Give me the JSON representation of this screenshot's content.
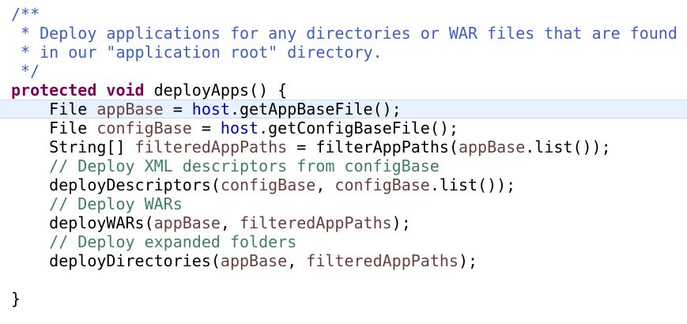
{
  "editor": {
    "lines": [
      {
        "kind": "doc",
        "text": "/**"
      },
      {
        "kind": "doc",
        "text": " * Deploy applications for any directories or WAR files that are found"
      },
      {
        "kind": "doc",
        "text": " * in our \"application root\" directory."
      },
      {
        "kind": "doc",
        "text": " */"
      },
      {
        "kind": "code",
        "tokens": [
          {
            "t": "keyword",
            "v": "protected"
          },
          {
            "t": "plain",
            "v": " "
          },
          {
            "t": "keyword",
            "v": "void"
          },
          {
            "t": "plain",
            "v": " deployApps() {"
          }
        ]
      },
      {
        "kind": "code",
        "current": true,
        "tokens": [
          {
            "t": "plain",
            "v": "    File "
          },
          {
            "t": "var",
            "v": "appBase"
          },
          {
            "t": "plain",
            "v": " = "
          },
          {
            "t": "field",
            "v": "host"
          },
          {
            "t": "plain",
            "v": ".getAppBaseFile();"
          }
        ]
      },
      {
        "kind": "code",
        "tokens": [
          {
            "t": "plain",
            "v": "    File "
          },
          {
            "t": "var",
            "v": "configBase"
          },
          {
            "t": "plain",
            "v": " = "
          },
          {
            "t": "field",
            "v": "host"
          },
          {
            "t": "plain",
            "v": ".getConfigBaseFile();"
          }
        ]
      },
      {
        "kind": "code",
        "tokens": [
          {
            "t": "plain",
            "v": "    String[] "
          },
          {
            "t": "var",
            "v": "filteredAppPaths"
          },
          {
            "t": "plain",
            "v": " = filterAppPaths("
          },
          {
            "t": "var",
            "v": "appBase"
          },
          {
            "t": "plain",
            "v": ".list());"
          }
        ]
      },
      {
        "kind": "comment",
        "text": "    // Deploy XML descriptors from configBase"
      },
      {
        "kind": "code",
        "tokens": [
          {
            "t": "plain",
            "v": "    deployDescriptors("
          },
          {
            "t": "var",
            "v": "configBase"
          },
          {
            "t": "plain",
            "v": ", "
          },
          {
            "t": "var",
            "v": "configBase"
          },
          {
            "t": "plain",
            "v": ".list());"
          }
        ]
      },
      {
        "kind": "comment",
        "text": "    // Deploy WARs"
      },
      {
        "kind": "code",
        "tokens": [
          {
            "t": "plain",
            "v": "    deployWARs("
          },
          {
            "t": "var",
            "v": "appBase"
          },
          {
            "t": "plain",
            "v": ", "
          },
          {
            "t": "var",
            "v": "filteredAppPaths"
          },
          {
            "t": "plain",
            "v": ");"
          }
        ]
      },
      {
        "kind": "comment",
        "text": "    // Deploy expanded folders"
      },
      {
        "kind": "code",
        "tokens": [
          {
            "t": "plain",
            "v": "    deployDirectories("
          },
          {
            "t": "var",
            "v": "appBase"
          },
          {
            "t": "plain",
            "v": ", "
          },
          {
            "t": "var",
            "v": "filteredAppPaths"
          },
          {
            "t": "plain",
            "v": ");"
          }
        ]
      },
      {
        "kind": "blank",
        "text": ""
      },
      {
        "kind": "code",
        "tokens": [
          {
            "t": "plain",
            "v": "}"
          }
        ]
      }
    ]
  },
  "colors": {
    "background": "#ffffff",
    "javadoc": "#3f5fbf",
    "comment": "#3f7f5f",
    "keyword": "#7f0055",
    "field": "#0000c0",
    "local_variable": "#6a3e3e",
    "current_line_highlight": "#e8f2fe"
  }
}
